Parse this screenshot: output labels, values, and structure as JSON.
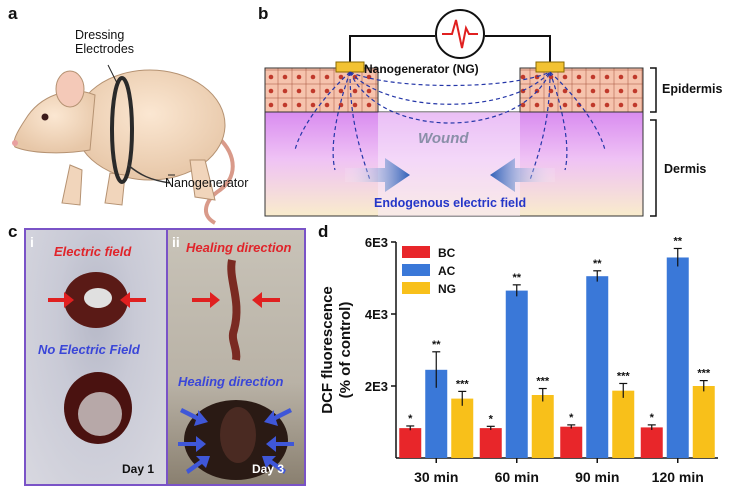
{
  "panels": {
    "a": {
      "label": "a",
      "dressing_text": "Dressing\nElectrodes",
      "nanogen_text": "Nanogenerator"
    },
    "b": {
      "label": "b",
      "ng_text": "Nanogenerator (NG)",
      "epidermis": "Epidermis",
      "dermis": "Dermis",
      "wound": "Wound",
      "field": "Endogenous electric field"
    },
    "c": {
      "label": "c",
      "sub_i": "i",
      "sub_ii": "ii",
      "electric_field": "Electric field",
      "no_electric_field": "No Electric Field",
      "healing_red": "Healing direction",
      "healing_blue": "Healing direction",
      "day1": "Day 1",
      "day3": "Day 3"
    },
    "d": {
      "label": "d"
    }
  },
  "colors": {
    "bc": "#e8262a",
    "ac": "#3a78d8",
    "ng": "#f8c01a",
    "red_text": "#e0242a",
    "blue_text": "#3a46d8"
  },
  "chart_data": {
    "type": "bar",
    "categories": [
      "30 min",
      "60 min",
      "90 min",
      "120 min"
    ],
    "ylabel": "DCF fluorescence\n(% of control)",
    "ylim": [
      0,
      6000
    ],
    "yticks": [
      2000,
      4000,
      6000
    ],
    "ytick_labels": [
      "2E3",
      "4E3",
      "6E3"
    ],
    "series": [
      {
        "name": "BC",
        "color": "#e8262a",
        "values": [
          830,
          830,
          870,
          850
        ],
        "errors": [
          60,
          50,
          50,
          70
        ],
        "sig": [
          "*",
          "*",
          "*",
          "*"
        ]
      },
      {
        "name": "AC",
        "color": "#3a78d8",
        "values": [
          2450,
          4650,
          5050,
          5570
        ],
        "errors": [
          500,
          160,
          150,
          250
        ],
        "sig": [
          "**",
          "**",
          "**",
          "**"
        ]
      },
      {
        "name": "NG",
        "color": "#f8c01a",
        "values": [
          1650,
          1750,
          1870,
          2000
        ],
        "errors": [
          200,
          180,
          200,
          150
        ],
        "sig": [
          "***",
          "***",
          "***",
          "***"
        ]
      }
    ]
  }
}
